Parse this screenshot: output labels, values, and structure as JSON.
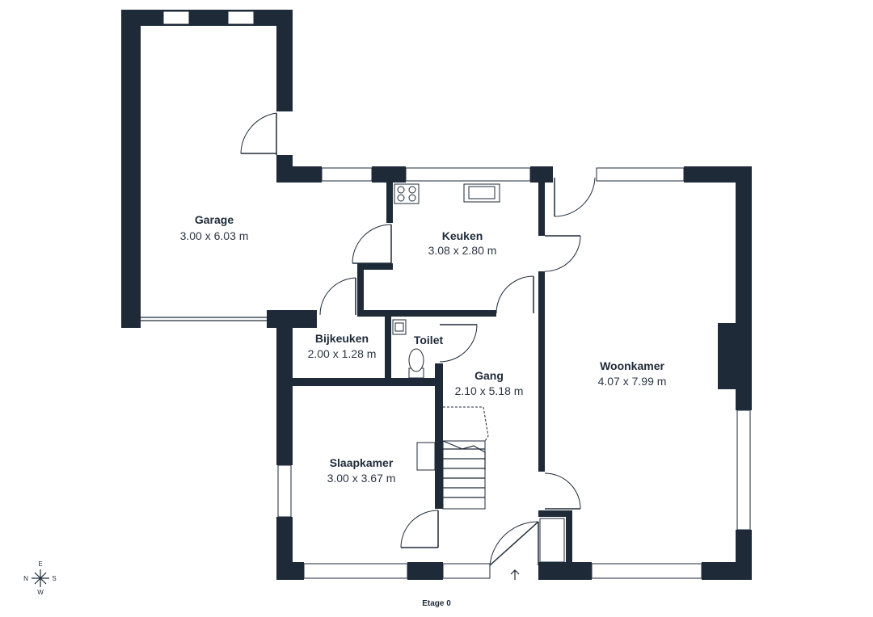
{
  "rooms": [
    {
      "id": "garage",
      "name": "Garage",
      "size": "3.00 x 6.03 m"
    },
    {
      "id": "keuken",
      "name": "Keuken",
      "size": "3.08 x 2.80 m"
    },
    {
      "id": "bijkeuken",
      "name": "Bijkeuken",
      "size": "2.00 x 1.28 m"
    },
    {
      "id": "toilet",
      "name": "Toilet",
      "size": ""
    },
    {
      "id": "gang",
      "name": "Gang",
      "size": "2.10 x 5.18 m"
    },
    {
      "id": "woonkamer",
      "name": "Woonkamer",
      "size": "4.07 x 7.99 m"
    },
    {
      "id": "slaapkamer",
      "name": "Slaapkamer",
      "size": "3.00 x 3.67 m"
    }
  ],
  "floor_label": "Etage 0",
  "compass": {
    "north": "N",
    "east": "E",
    "south": "S",
    "west": "W"
  },
  "colors": {
    "wall": "#1e2a38",
    "background": "#ffffff"
  }
}
